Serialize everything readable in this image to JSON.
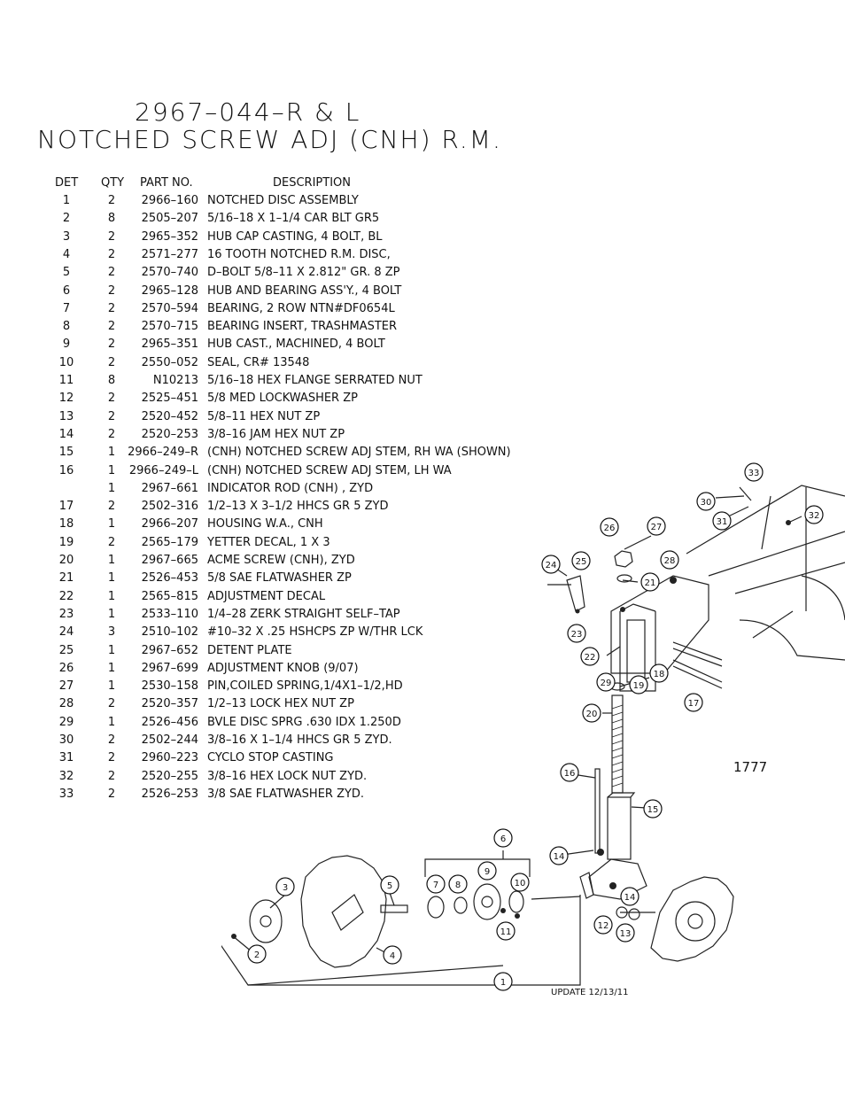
{
  "title": {
    "line1": "2967–044–R & L",
    "line2": "NOTCHED SCREW ADJ (CNH) R.M."
  },
  "table": {
    "headers": {
      "det": "DET",
      "qty": "QTY",
      "part": "PART NO.",
      "desc": "DESCRIPTION"
    },
    "rows": [
      {
        "det": "1",
        "qty": "2",
        "part": "2966–160",
        "desc": "NOTCHED DISC ASSEMBLY"
      },
      {
        "det": "2",
        "qty": "8",
        "part": "2505–207",
        "desc": "5/16–18 X 1–1/4 CAR BLT GR5"
      },
      {
        "det": "3",
        "qty": "2",
        "part": "2965–352",
        "desc": "HUB CAP CASTING, 4 BOLT, BL"
      },
      {
        "det": "4",
        "qty": "2",
        "part": "2571–277",
        "desc": "16 TOOTH NOTCHED R.M. DISC,"
      },
      {
        "det": "5",
        "qty": "2",
        "part": "2570–740",
        "desc": "D–BOLT 5/8–11 X 2.812\" GR. 8 ZP"
      },
      {
        "det": "6",
        "qty": "2",
        "part": "2965–128",
        "desc": "HUB AND BEARING ASS'Y., 4 BOLT"
      },
      {
        "det": "7",
        "qty": "2",
        "part": "2570–594",
        "desc": "BEARING, 2 ROW NTN#DF0654L"
      },
      {
        "det": "8",
        "qty": "2",
        "part": "2570–715",
        "desc": "BEARING INSERT, TRASHMASTER"
      },
      {
        "det": "9",
        "qty": "2",
        "part": "2965–351",
        "desc": "HUB CAST., MACHINED, 4 BOLT"
      },
      {
        "det": "10",
        "qty": "2",
        "part": "2550–052",
        "desc": "SEAL, CR# 13548"
      },
      {
        "det": "11",
        "qty": "8",
        "part": "N10213",
        "desc": "5/16–18 HEX FLANGE SERRATED NUT"
      },
      {
        "det": "12",
        "qty": "2",
        "part": "2525–451",
        "desc": "5/8 MED LOCKWASHER ZP"
      },
      {
        "det": "13",
        "qty": "2",
        "part": "2520–452",
        "desc": "5/8–11 HEX NUT ZP"
      },
      {
        "det": "14",
        "qty": "2",
        "part": "2520–253",
        "desc": "3/8–16 JAM HEX NUT ZP"
      },
      {
        "det": "15",
        "qty": "1",
        "part": "2966–249–R",
        "desc": "(CNH) NOTCHED SCREW ADJ STEM, RH WA (SHOWN)"
      },
      {
        "det": "16",
        "qty": "1",
        "part": "2966–249–L",
        "desc": "(CNH) NOTCHED SCREW ADJ STEM, LH WA"
      },
      {
        "det": "",
        "qty": "1",
        "part": "2967–661",
        "desc": "INDICATOR ROD (CNH) , ZYD"
      },
      {
        "det": "17",
        "qty": "2",
        "part": "2502–316",
        "desc": "1/2–13 X 3–1/2 HHCS GR 5 ZYD"
      },
      {
        "det": "18",
        "qty": "1",
        "part": "2966–207",
        "desc": "HOUSING W.A., CNH"
      },
      {
        "det": "19",
        "qty": "2",
        "part": "2565–179",
        "desc": "YETTER DECAL, 1 X 3"
      },
      {
        "det": "20",
        "qty": "1",
        "part": "2967–665",
        "desc": "ACME SCREW (CNH), ZYD"
      },
      {
        "det": "21",
        "qty": "1",
        "part": "2526–453",
        "desc": "5/8 SAE FLATWASHER ZP"
      },
      {
        "det": "22",
        "qty": "1",
        "part": "2565–815",
        "desc": "ADJUSTMENT DECAL"
      },
      {
        "det": "23",
        "qty": "1",
        "part": "2533–110",
        "desc": "1/4–28 ZERK STRAIGHT SELF–TAP"
      },
      {
        "det": "24",
        "qty": "3",
        "part": "2510–102",
        "desc": "#10–32 X .25 HSHCPS ZP W/THR LCK"
      },
      {
        "det": "25",
        "qty": "1",
        "part": "2967–652",
        "desc": "DETENT PLATE"
      },
      {
        "det": "26",
        "qty": "1",
        "part": "2967–699",
        "desc": "ADJUSTMENT KNOB (9/07)"
      },
      {
        "det": "27",
        "qty": "1",
        "part": "2530–158",
        "desc": "PIN,COILED SPRING,1/4X1–1/2,HD"
      },
      {
        "det": "28",
        "qty": "2",
        "part": "2520–357",
        "desc": "1/2–13 LOCK HEX NUT ZP"
      },
      {
        "det": "29",
        "qty": "1",
        "part": "2526–456",
        "desc": "BVLE DISC SPRG .630 IDX 1.250D"
      },
      {
        "det": "30",
        "qty": "2",
        "part": "2502–244",
        "desc": "3/8–16 X 1–1/4 HHCS GR 5 ZYD."
      },
      {
        "det": "31",
        "qty": "2",
        "part": "2960–223",
        "desc": "CYCLO STOP CASTING"
      },
      {
        "det": "32",
        "qty": "2",
        "part": "2520–255",
        "desc": "3/8–16 HEX LOCK NUT ZYD."
      },
      {
        "det": "33",
        "qty": "2",
        "part": "2526–253",
        "desc": "3/8 SAE FLATWASHER ZYD."
      }
    ]
  },
  "drawing": {
    "reference_number": "1777",
    "update": "UPDATE 12/13/11",
    "callouts": [
      "1",
      "2",
      "3",
      "4",
      "5",
      "6",
      "7",
      "8",
      "9",
      "10",
      "11",
      "12",
      "13",
      "14",
      "14",
      "15",
      "16",
      "17",
      "18",
      "19",
      "20",
      "21",
      "22",
      "23",
      "24",
      "25",
      "26",
      "27",
      "28",
      "29",
      "30",
      "31",
      "32",
      "33"
    ]
  }
}
